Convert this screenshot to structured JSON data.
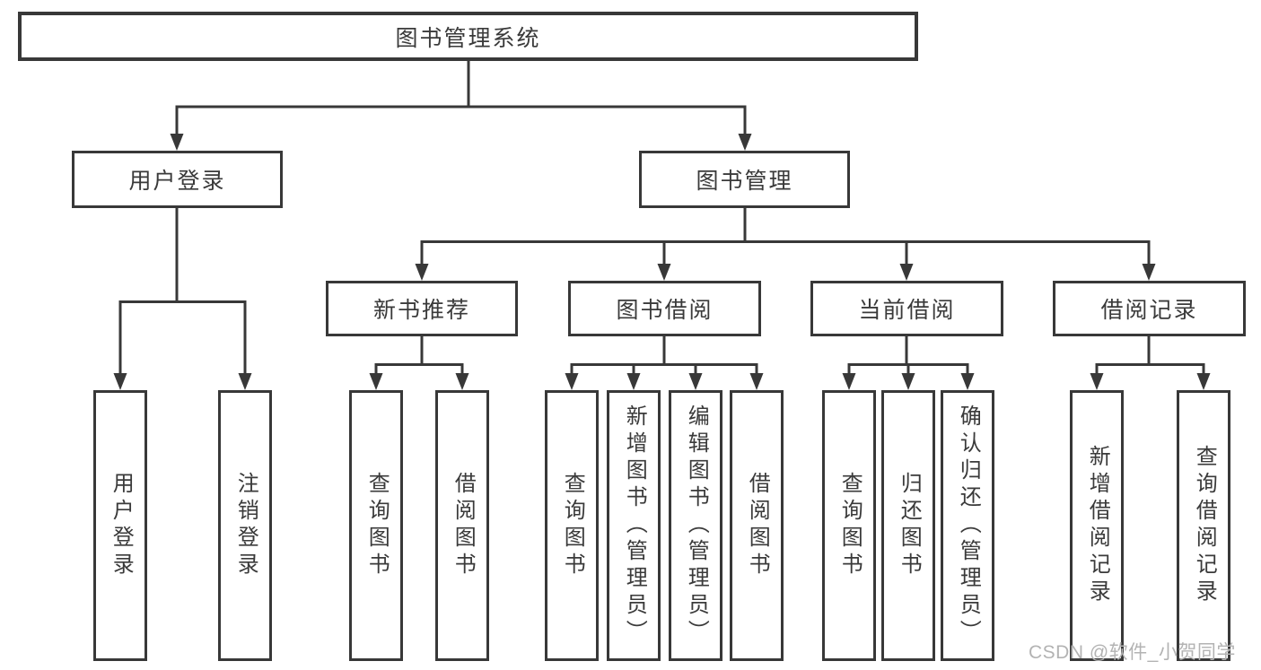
{
  "diagram": {
    "root": "图书管理系统",
    "branches": [
      {
        "label": "用户登录",
        "children": [
          "用户登录",
          "注销登录"
        ]
      },
      {
        "label": "图书管理",
        "children": [
          {
            "label": "新书推荐",
            "children": [
              "查询图书",
              "借阅图书"
            ]
          },
          {
            "label": "图书借阅",
            "children": [
              "查询图书",
              "新增图书（管理员）",
              "编辑图书（管理员）",
              "借阅图书"
            ]
          },
          {
            "label": "当前借阅",
            "children": [
              "查询图书",
              "归还图书",
              "确认归还（管理员）"
            ]
          },
          {
            "label": "借阅记录",
            "children": [
              "新增借阅记录",
              "查询借阅记录"
            ]
          }
        ]
      }
    ]
  },
  "watermark": "CSDN @软件_小贺同学",
  "colors": {
    "line": "#383838",
    "text": "#3a3a3a",
    "background": "#ffffff",
    "watermark": "#b3b3b3"
  }
}
